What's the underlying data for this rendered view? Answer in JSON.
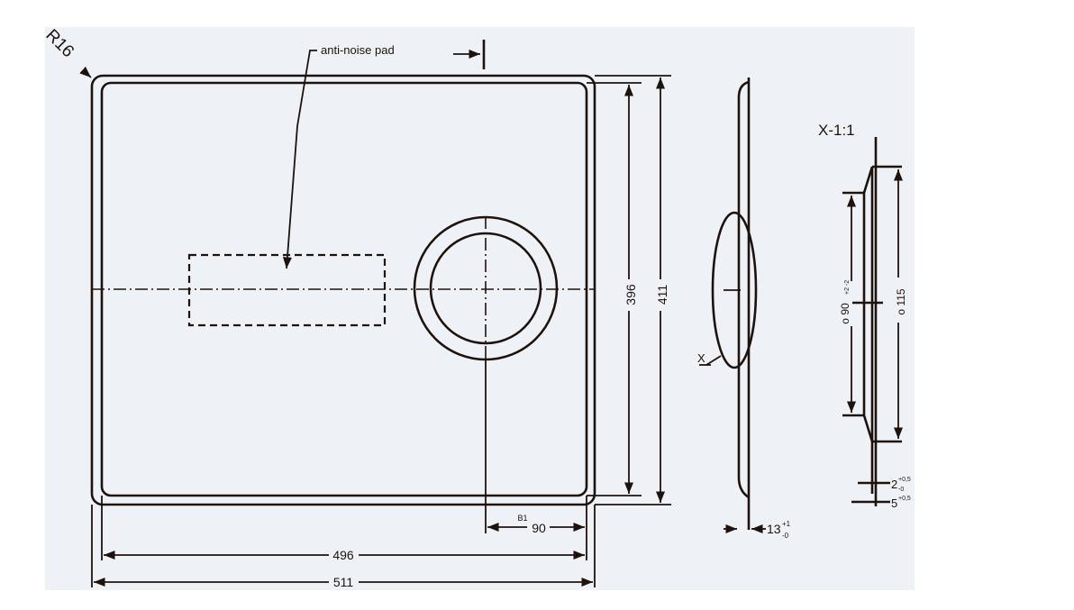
{
  "labels": {
    "radius": "R16",
    "anti_noise_pad": "anti-noise pad",
    "section_mark": "X",
    "detail_title": "X-1:1"
  },
  "dimensions": {
    "inner_height": "396",
    "outer_height": "411",
    "inner_width": "496",
    "outer_width": "511",
    "drain_offset": "90",
    "drain_ref": "B1",
    "depth": "13",
    "depth_tol_upper": "+1",
    "depth_tol_lower": "-0",
    "drain_inner_dia": "o 90",
    "drain_inner_tol": "+2 -2",
    "drain_outer_dia": "o 115",
    "flange_a": "2",
    "flange_a_upper": "+0,5",
    "flange_a_lower": "-0",
    "flange_b": "5",
    "flange_b_upper": "+0,5"
  }
}
